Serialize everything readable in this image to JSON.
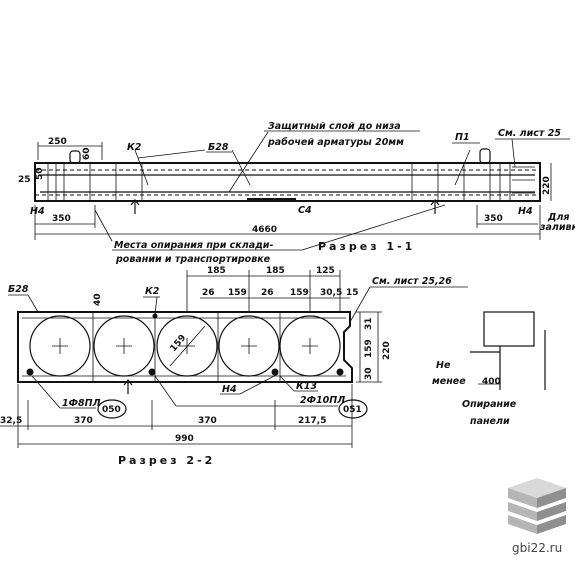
{
  "elevation": {
    "dim_250": "250",
    "dim_60": "60",
    "k2": "К2",
    "b28": "Б28",
    "protect_line1": "Защитный слой до низа",
    "protect_line2": "рабочей арматуры 20мм",
    "p1": "П1",
    "see_sheet_top": "См. лист 25",
    "dim_25": "25",
    "dim_50": "50",
    "dim_220": "220",
    "n4_left": "Н4",
    "n4_right": "Н4",
    "c4": "С4",
    "dim_350_left": "350",
    "dim_350_right": "350",
    "dim_4660": "4660",
    "for_fill_1": "Для",
    "for_fill_2": "заливки",
    "support_note_1": "Места опирания при склади-",
    "support_note_2": "ровании и транспортировке",
    "section_1_1": "Разрез 1-1"
  },
  "section": {
    "b28": "Б28",
    "k2": "К2",
    "dim_40": "40",
    "dim_185_a": "185",
    "dim_185_b": "185",
    "dim_125": "125",
    "dim_26_a": "26",
    "dim_159_a": "159",
    "dim_26_b": "26",
    "dim_159_b": "159",
    "dim_30_5": "30,5",
    "dim_15": "15",
    "see_sheet": "См. лист 25,26",
    "dim_159_diam": "159",
    "dim_31": "31",
    "dim_159_v": "159",
    "dim_30": "30",
    "dim_220": "220",
    "n4": "Н4",
    "k13": "К13",
    "pl_left": "1Ф8ПЛ",
    "pl_right": "2Ф10ПЛ",
    "mark_050": "050",
    "mark_051": "051",
    "dim_32_5": "32,5",
    "dim_370_a": "370",
    "dim_370_b": "370",
    "dim_217_5": "217,5",
    "dim_990": "990",
    "section_2_2": "Разрез 2-2"
  },
  "support": {
    "not_less_1": "Не",
    "not_less_2": "менее",
    "dim_400": "400",
    "title_1": "Опирание",
    "title_2": "панели"
  },
  "watermark": {
    "site": "gbi22.ru"
  },
  "colors": {
    "ink": "#111111",
    "logo_light": "#d9d9d9",
    "logo_mid": "#b5b5b5",
    "logo_dark": "#8f8f8f"
  }
}
